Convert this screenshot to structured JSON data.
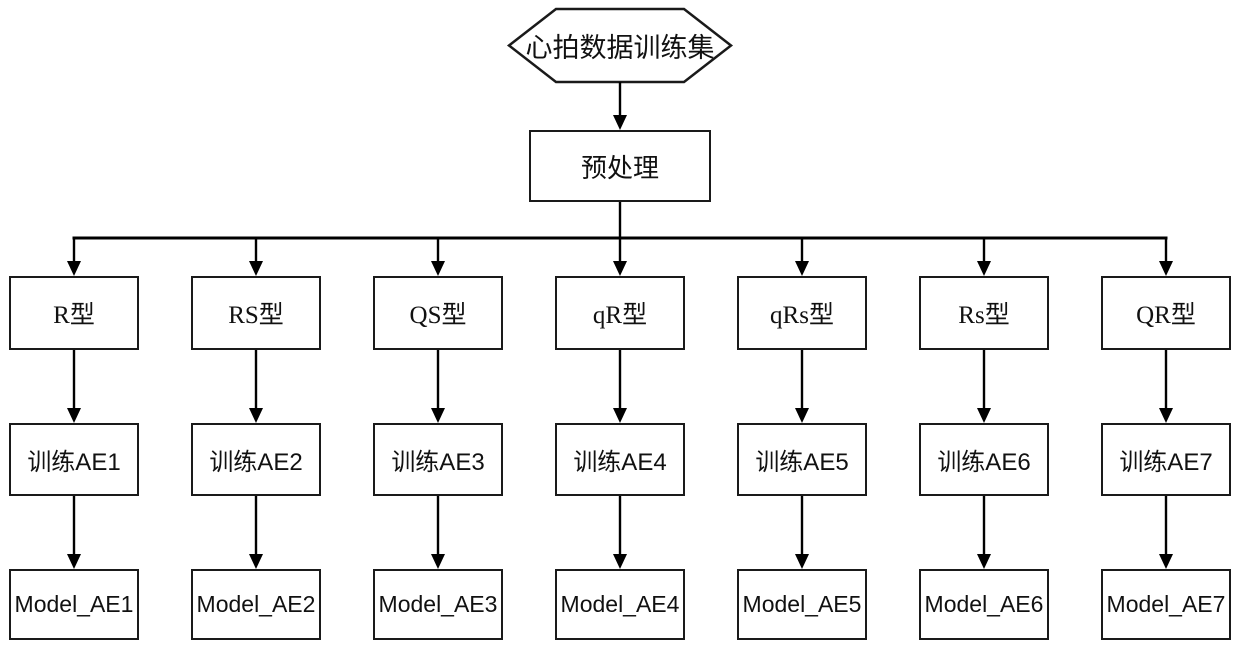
{
  "diagram": {
    "root": {
      "label": "心拍数据训练集"
    },
    "preprocess": {
      "label": "预处理"
    },
    "columns": [
      {
        "type": "R型",
        "train": "训练AE1",
        "model": "Model_AE1"
      },
      {
        "type": "RS型",
        "train": "训练AE2",
        "model": "Model_AE2"
      },
      {
        "type": "QS型",
        "train": "训练AE3",
        "model": "Model_AE3"
      },
      {
        "type": "qR型",
        "train": "训练AE4",
        "model": "Model_AE4"
      },
      {
        "type": "qRs型",
        "train": "训练AE5",
        "model": "Model_AE5"
      },
      {
        "type": "Rs型",
        "train": "训练AE6",
        "model": "Model_AE6"
      },
      {
        "type": "QR型",
        "train": "训练AE7",
        "model": "Model_AE7"
      }
    ],
    "colors": {
      "line": "#000000",
      "border": "#1a1a1a",
      "background": "#ffffff",
      "box_fill": "#ffffff",
      "text": "#111111"
    }
  }
}
